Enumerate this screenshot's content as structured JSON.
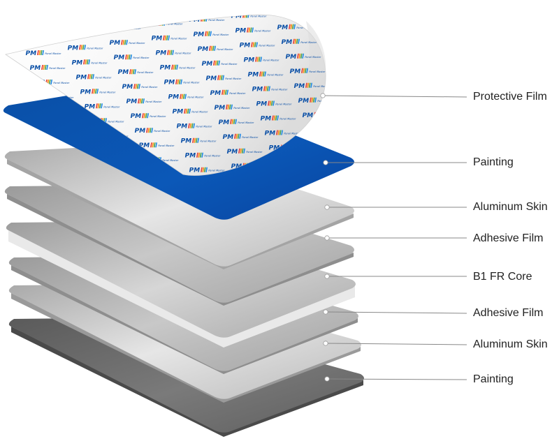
{
  "layers": [
    {
      "label": "Protective Film"
    },
    {
      "label": "Painting"
    },
    {
      "label": "Aluminum Skin"
    },
    {
      "label": "Adhesive Film"
    },
    {
      "label": "B1 FR Core"
    },
    {
      "label": "Adhesive Film"
    },
    {
      "label": "Aluminum Skin"
    },
    {
      "label": "Painting"
    }
  ],
  "brand_logo_text": "Panel Master",
  "colors": {
    "painting_blue": "#0a4fa6",
    "aluminum": "#c8c8c8",
    "dark_paint": "#6a6a6a",
    "callout_line": "#888888"
  }
}
